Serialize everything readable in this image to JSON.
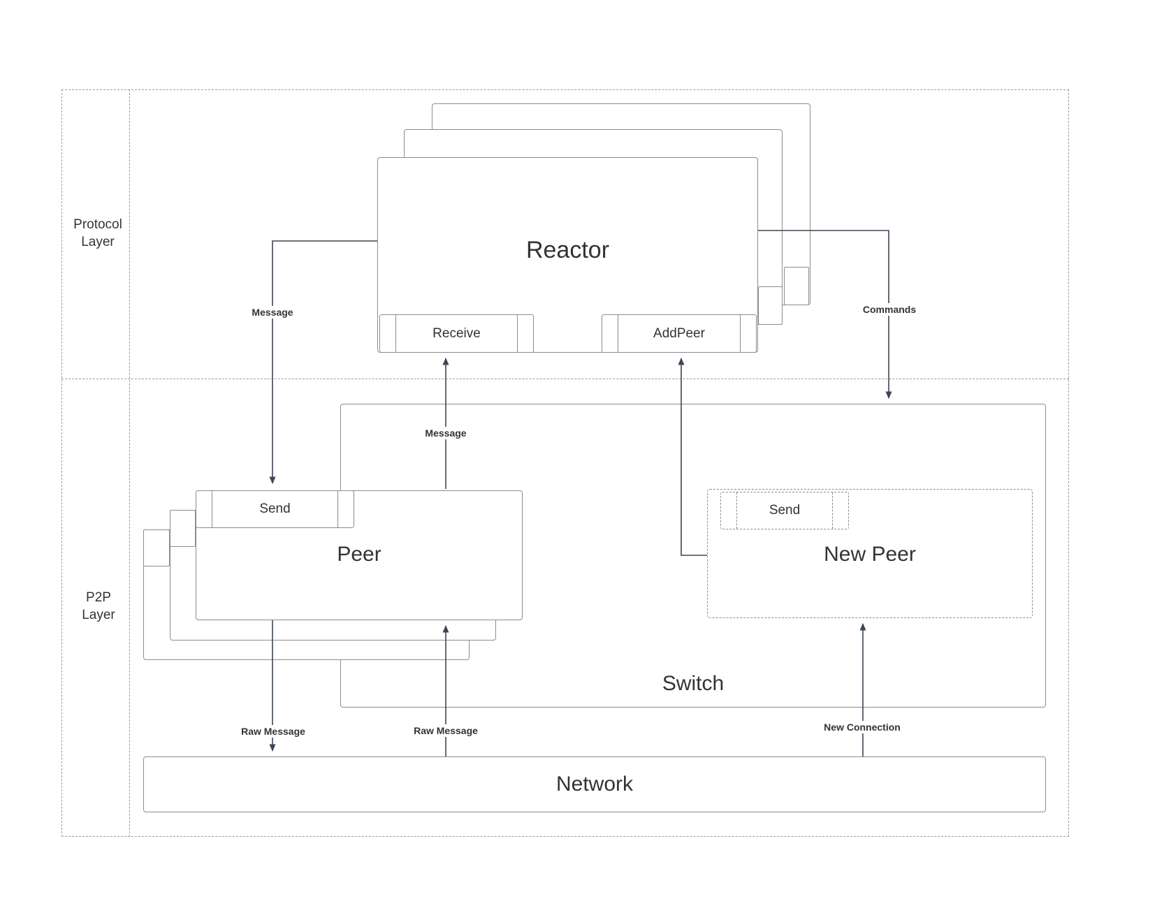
{
  "layers": {
    "protocol": "Protocol Layer",
    "p2p": "P2P Layer"
  },
  "reactor": {
    "title": "Reactor",
    "receive_port": "Receive",
    "addpeer_port": "AddPeer"
  },
  "peer": {
    "title": "Peer",
    "send_port": "Send"
  },
  "new_peer": {
    "title": "New Peer",
    "send_port": "Send"
  },
  "switch": {
    "title": "Switch"
  },
  "network": {
    "title": "Network"
  },
  "edges": {
    "message_to_peer": "Message",
    "message_to_reactor": "Message",
    "commands": "Commands",
    "raw_message_out": "Raw Message",
    "raw_message_in": "Raw Message",
    "new_connection": "New Connection"
  },
  "colors": {
    "box_border": "#8c8c8c",
    "dashed_border": "#9b9b9b",
    "arrow": "#3d4653",
    "text": "#333333",
    "background": "#ffffff"
  }
}
